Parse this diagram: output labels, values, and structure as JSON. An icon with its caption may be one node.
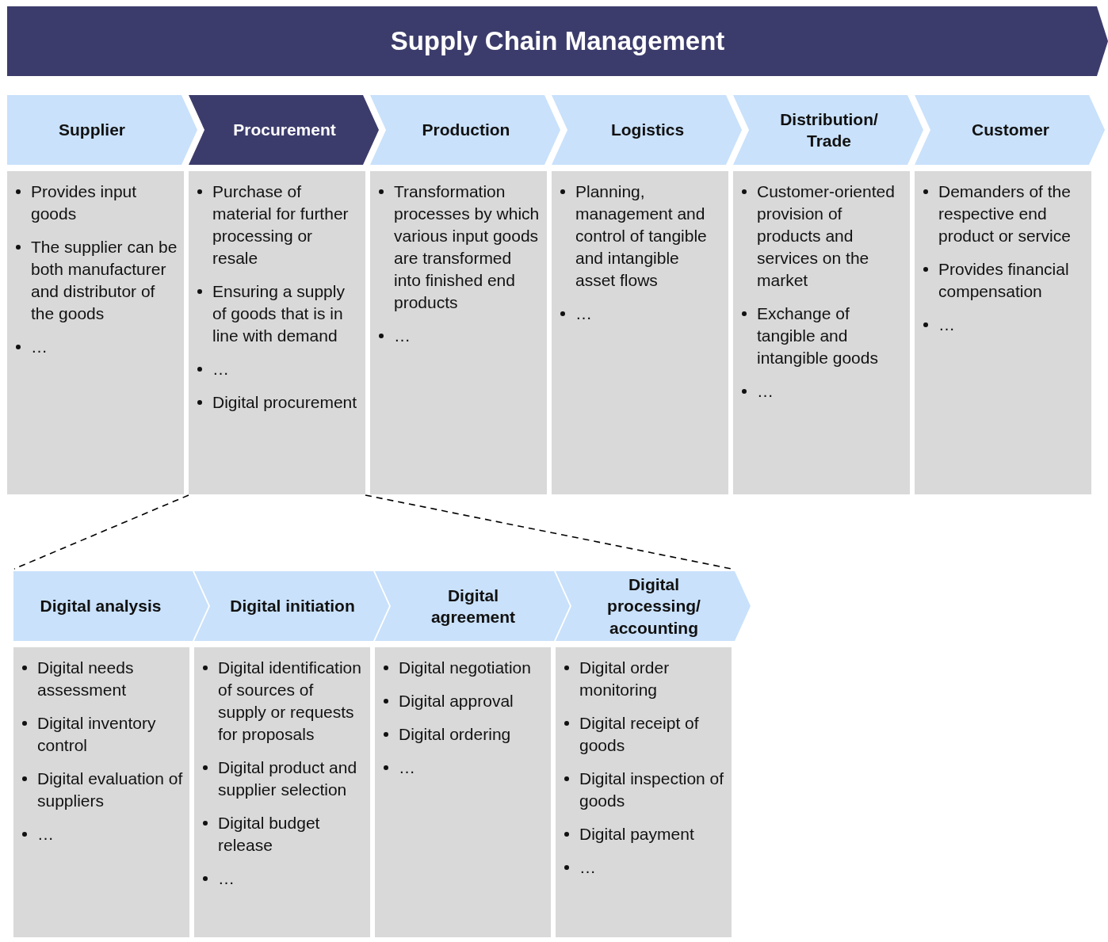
{
  "diagram": {
    "title": "Supply Chain Management",
    "nodes": [
      {
        "text": [
          "Supplier",
          "Provides input goods",
          "The supplier can be both manufacturer and distributor of the goods",
          "…"
        ]
      },
      {
        "text": [
          "Procurement",
          "Purchase of material for further processing or resale",
          "Ensuring a supply of goods that is in line with demand",
          "…",
          "Digital procurement"
        ]
      },
      {
        "text": [
          "Production",
          "Transformation processes by which various input goods are transformed into finished end products",
          "…"
        ]
      },
      {
        "text": [
          "Logistics",
          "Planning, management and control of tangible and intangible asset flows",
          "…"
        ]
      },
      {
        "text": [
          "Distribution/ Trade",
          "Customer-oriented provision of products and services on the market",
          "Exchange of tangible and intangible goods",
          "…"
        ]
      },
      {
        "text": [
          "Customer",
          "Demanders of the respective end product or service",
          "Provides financial compensation",
          "…"
        ]
      },
      {
        "text": [
          "Digital analysis",
          "Digital needs assessment",
          "Digital inventory control",
          "Digital evaluation of suppliers",
          "…"
        ]
      },
      {
        "text": [
          "Digital initiation",
          "Digital identification of sources of supply or requests for proposals",
          "Digital product and supplier selection",
          "Digital budget release",
          "…"
        ]
      },
      {
        "text": [
          "Digital agreement",
          "Digital negotiation",
          "Digital approval",
          "Digital ordering",
          "…"
        ]
      },
      {
        "text": [
          "Digital processing/ accounting",
          "Digital order monitoring",
          "Digital receipt of goods",
          "Digital inspection of goods",
          "Digital payment",
          "…"
        ]
      }
    ],
    "edges": [
      {
        "from": 1,
        "to": 6,
        "arrow": "none",
        "style": "dashed"
      },
      {
        "from": 1,
        "to": 9,
        "arrow": "none",
        "style": "dashed"
      }
    ]
  }
}
